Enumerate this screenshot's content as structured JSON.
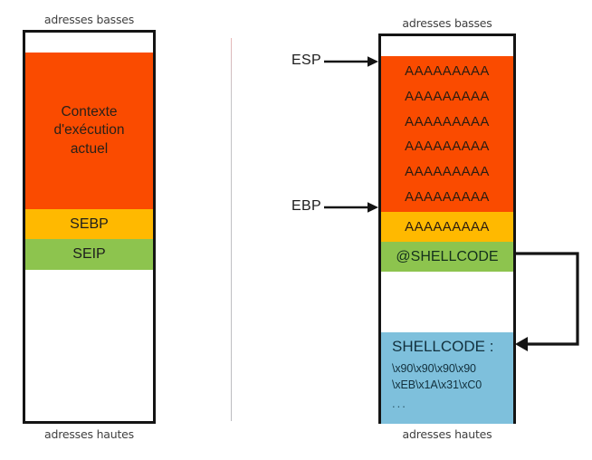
{
  "diagram": {
    "title_semantics": "stack-buffer-overflow-illustration",
    "colors": {
      "orange": "#FA4B00",
      "yellow": "#FFB900",
      "green": "#8DC44E",
      "blue": "#7EC0DC",
      "border": "#141414",
      "caption_text": "#3F3F3F",
      "divider": "#C3C3C6"
    }
  },
  "left_stack": {
    "top_caption": "adresses basses",
    "bottom_caption": "adresses hautes",
    "context_lines": [
      "Contexte",
      "d'exécution",
      "actuel"
    ],
    "sebp_label": "SEBP",
    "seip_label": "SEIP"
  },
  "right_stack": {
    "top_caption": "adresses basses",
    "bottom_caption": "adresses hautes",
    "filler_rows": [
      "AAAAAAAAA",
      "AAAAAAAAA",
      "AAAAAAAAA",
      "AAAAAAAAA",
      "AAAAAAAAA",
      "AAAAAAAAA"
    ],
    "ebp_overwrite_label": "AAAAAAAAA",
    "seip_overwrite_label": "@SHELLCODE",
    "shellcode_title": "SHELLCODE :",
    "shellcode_lines": [
      "\\x90\\x90\\x90\\x90",
      "\\xEB\\x1A\\x31\\xC0"
    ],
    "shellcode_ellipsis": "..."
  },
  "registers": {
    "esp_label": "ESP",
    "ebp_label": "EBP"
  }
}
